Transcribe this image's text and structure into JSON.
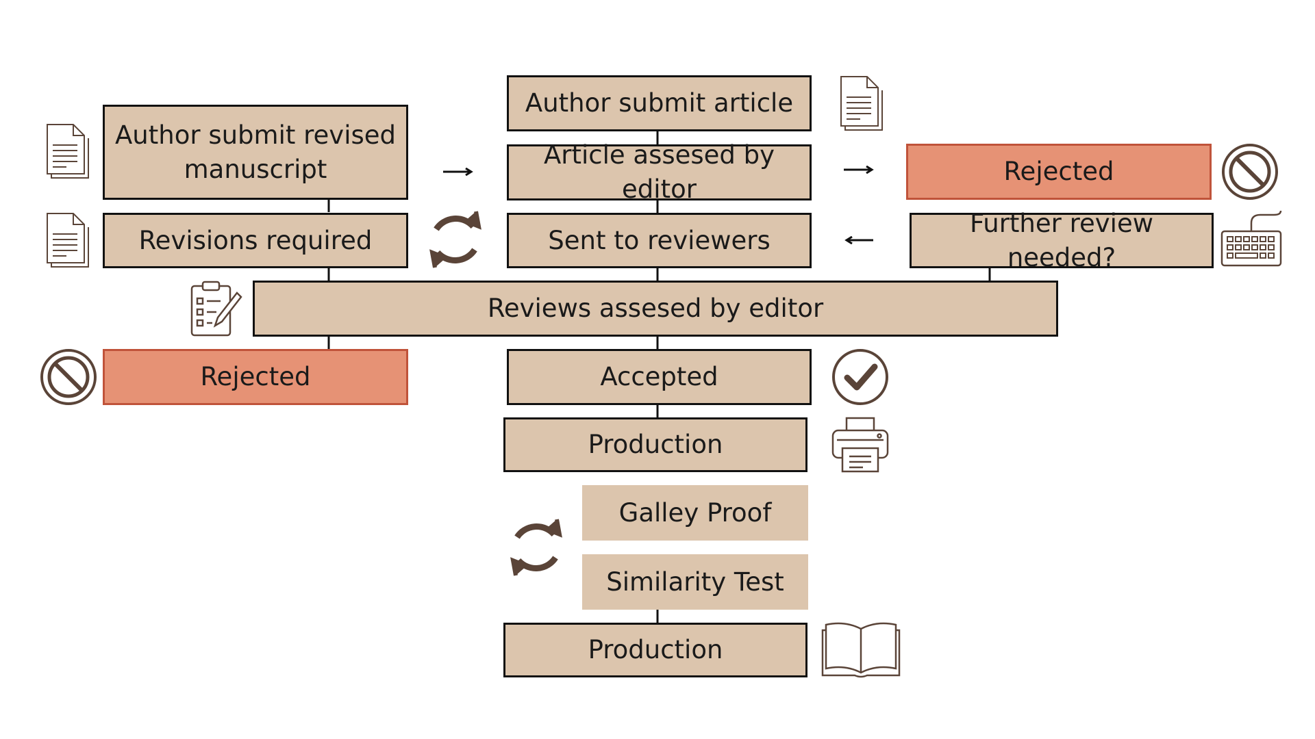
{
  "diagram": {
    "colors": {
      "box_fill": "#dcc5ad",
      "rejected_fill": "#e69275",
      "rejected_border": "#c0533a",
      "border": "#111111",
      "icon": "#5a4438",
      "arrow": "#111111"
    },
    "nodes": {
      "author_submit_article": "Author submit article",
      "article_assessed_by_editor": "Article assesed by editor",
      "rejected_editor": "Rejected",
      "sent_to_reviewers": "Sent to reviewers",
      "further_review_needed": "Further review needed?",
      "author_submit_revised_line1": "Author submit revised",
      "author_submit_revised_line2": "manuscript",
      "revisions_required": "Revisions required",
      "reviews_assessed_by_editor": "Reviews assesed by editor",
      "rejected_reviews": "Rejected",
      "accepted": "Accepted",
      "production_1": "Production",
      "galley_proof": "Galley Proof",
      "similarity_test": "Similarity Test",
      "production_2": "Production"
    },
    "icons": {
      "submit_article": "document-icon",
      "revised_manuscript": "document-icon",
      "revisions_required": "document-icon",
      "reviews": "clipboard-checklist-icon",
      "revision_cycle": "refresh-cycle-icon",
      "rejected_right": "prohibited-icon",
      "rejected_left": "prohibited-icon",
      "further_review": "keyboard-icon",
      "accepted": "check-circle-icon",
      "production": "printer-icon",
      "proof_cycle": "refresh-cycle-icon",
      "publication": "open-book-icon"
    }
  }
}
